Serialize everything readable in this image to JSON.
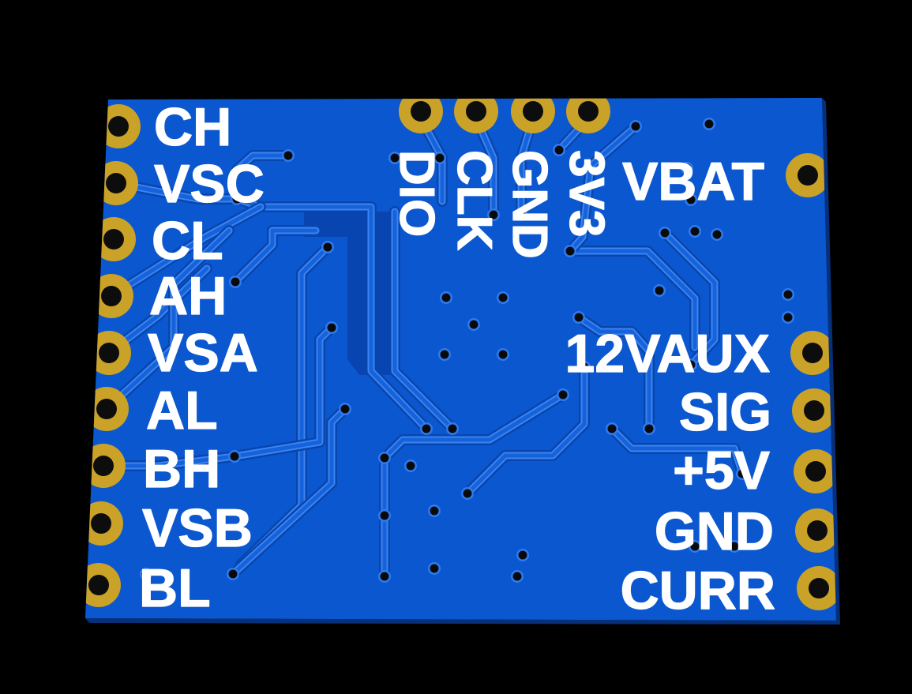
{
  "board": {
    "left_labels": [
      "CH",
      "VSC",
      "CL",
      "AH",
      "VSA",
      "AL",
      "BH",
      "VSB",
      "BL"
    ],
    "top_labels": [
      "DIO",
      "CLK",
      "GND",
      "3V3"
    ],
    "right_labels": [
      "VBAT",
      "12VAUX",
      "SIG",
      "+5V",
      "GND",
      "CURR"
    ]
  },
  "colors": {
    "background": "#000000",
    "board": "#0b57cf",
    "board_side": "#06307a",
    "pour_dark": "#0945b0",
    "trace_gap": "#0846ad",
    "trace_edge": "#3a84f2",
    "trace_core": "#1562da",
    "pad": "#c9a227",
    "hole": "#0d0d0d",
    "via": "#0a0a0a",
    "via_ring": "#2f7bef",
    "silkscreen": "#ffffff"
  }
}
